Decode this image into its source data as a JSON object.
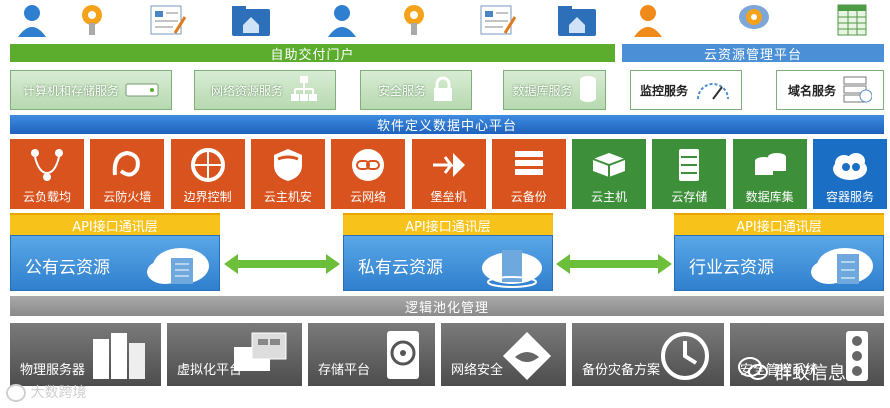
{
  "top_icons": [
    "user-icon",
    "key-icon",
    "report-icon",
    "home-folder-icon",
    "user-icon",
    "key-icon",
    "report-icon",
    "home-folder-icon",
    "user-icon",
    "key-icon",
    "spreadsheet-icon"
  ],
  "portal_title": "自助交付门户",
  "cloud_mgmt_title": "云资源管理平台",
  "services": [
    {
      "label": "计算机和存储服务",
      "icon": "server-icon"
    },
    {
      "label": "网络资源服务",
      "icon": "network-icon"
    },
    {
      "label": "安全服务",
      "icon": "lock-icon"
    },
    {
      "label": "数据库服务",
      "icon": "database-icon"
    }
  ],
  "mgmt_services": [
    {
      "label": "监控服务",
      "icon": "gauge-icon"
    },
    {
      "label": "域名服务",
      "icon": "dns-icon"
    }
  ],
  "sddc_title": "软件定义数据中心平台",
  "tiles": [
    {
      "label": "云负载均",
      "icon": "load-balance-icon",
      "color": "#d9531e"
    },
    {
      "label": "云防火墙",
      "icon": "firewall-icon",
      "color": "#d9531e"
    },
    {
      "label": "边界控制",
      "icon": "border-control-icon",
      "color": "#d9531e"
    },
    {
      "label": "云主机安",
      "icon": "shield-icon",
      "color": "#d9531e"
    },
    {
      "label": "云网络",
      "icon": "chain-icon",
      "color": "#d9531e"
    },
    {
      "label": "堡垒机",
      "icon": "bastion-icon",
      "color": "#d9531e"
    },
    {
      "label": "云备份",
      "icon": "backup-icon",
      "color": "#d9531e"
    },
    {
      "label": "云主机",
      "icon": "host-icon",
      "color": "#3e8f3a"
    },
    {
      "label": "云存储",
      "icon": "storage-icon",
      "color": "#3e8f3a"
    },
    {
      "label": "数据库集",
      "icon": "db-cluster-icon",
      "color": "#3e8f3a"
    },
    {
      "label": "容器服务",
      "icon": "container-icon",
      "color": "#1a6fc4"
    }
  ],
  "api_label": "API接口通讯层",
  "clouds": [
    "公有云资源",
    "私有云资源",
    "行业云资源"
  ],
  "pool_title": "逻辑池化管理",
  "bottom": [
    {
      "label": "物理服务器",
      "icon": "physical-server-icon"
    },
    {
      "label": "虚拟化平台",
      "icon": "virtualization-icon"
    },
    {
      "label": "存储平台",
      "icon": "disk-icon"
    },
    {
      "label": "网络安全",
      "icon": "net-security-icon"
    },
    {
      "label": "备份灾备方案",
      "icon": "backup-plan-icon"
    },
    {
      "label": "安全管控系统",
      "icon": "traffic-light-icon"
    }
  ],
  "watermark_left": "大数跨境",
  "watermark_right": "群蚁信息"
}
